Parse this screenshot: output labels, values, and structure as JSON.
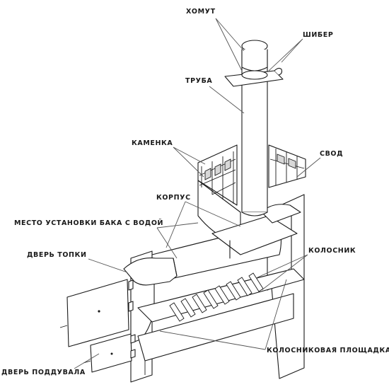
{
  "labels": {
    "khomut": "ХОМУТ",
    "shiber": "ШИБЕР",
    "truba": "ТРУБА",
    "kamenka": "КАМЕНКА",
    "svod": "СВОД",
    "korpus": "КОРПУС",
    "mesto_baka": "МЕСТО УСТАНОВКИ БАКА С ВОДОЙ",
    "dver_topki": "ДВЕРЬ ТОПКИ",
    "kolosnik": "КОЛОСНИК",
    "kolosnikovaya_ploshchadka": "КОЛОСНИКОВАЯ ПЛОЩАДКА",
    "dver_podduvala": "ДВЕРЬ ПОДДУВАЛА"
  },
  "colors": {
    "ink": "#1a1a1a",
    "leader": "#555555",
    "shade": "#d8d8d8",
    "background": "#ffffff"
  }
}
